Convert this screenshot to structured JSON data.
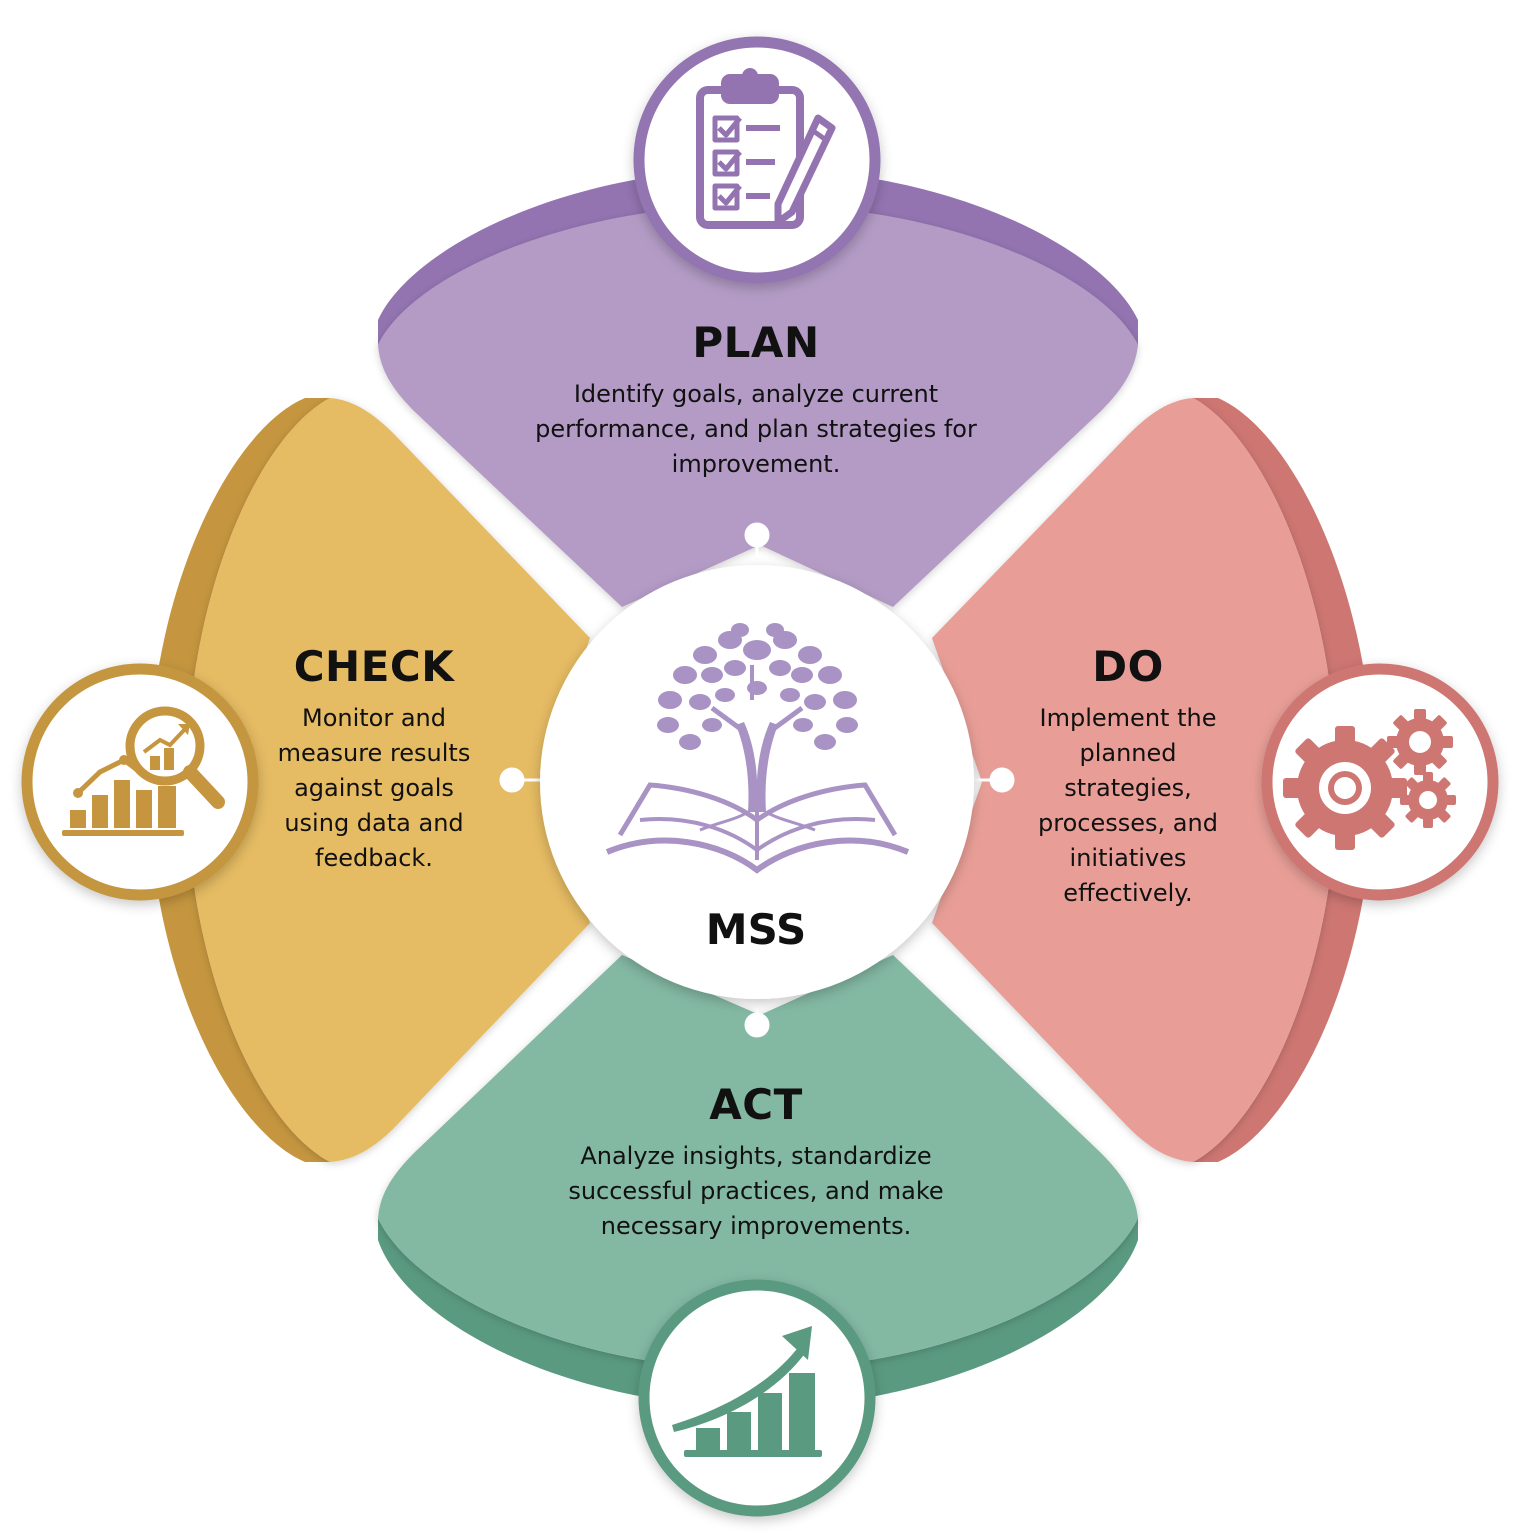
{
  "center": {
    "label": "MSS",
    "icon": "tree-book-icon",
    "color": "#a893c4"
  },
  "stages": {
    "plan": {
      "title": "PLAN",
      "description": "Identify goals, analyze current performance, and plan strategies for improvement.",
      "icon": "clipboard-checklist-icon",
      "color": "#b39bc5",
      "dark_color": "#9374b1"
    },
    "do": {
      "title": "DO",
      "description": "Implement the planned strategies, processes, and initiatives effectively.",
      "icon": "gears-icon",
      "color": "#e89e97",
      "dark_color": "#cd7672"
    },
    "check": {
      "title": "CHECK",
      "description": "Monitor and measure results against goals using data and feedback.",
      "icon": "chart-magnifier-icon",
      "color": "#e5bb63",
      "dark_color": "#c5963f"
    },
    "act": {
      "title": "ACT",
      "description": "Analyze insights, standardize successful practices, and make necessary improvements.",
      "icon": "growth-chart-icon",
      "color": "#83b8a3",
      "dark_color": "#5a9a81"
    }
  }
}
